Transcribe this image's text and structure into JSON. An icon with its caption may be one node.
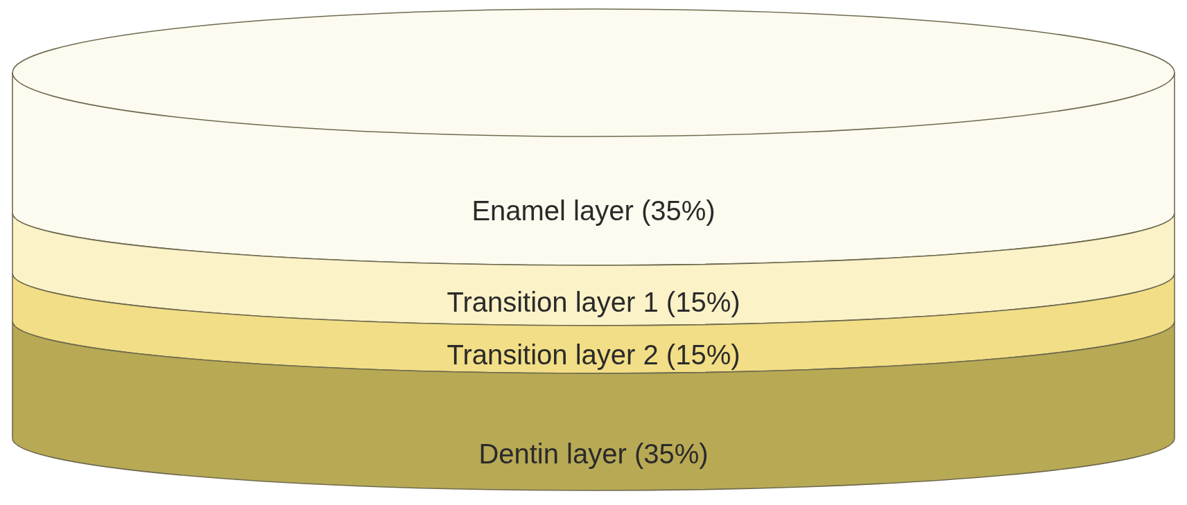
{
  "diagram": {
    "nodes": [
      {
        "text": [
          "Enamel layer (35%)"
        ]
      },
      {
        "text": [
          "Transition layer 1 (15%)"
        ]
      },
      {
        "text": [
          "Transition layer 2 (15%)"
        ]
      },
      {
        "text": [
          "Dentin layer (35%)"
        ]
      }
    ]
  }
}
